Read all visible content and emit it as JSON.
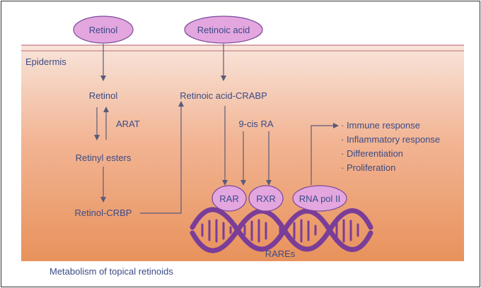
{
  "diagram": {
    "top_ovals": {
      "retinol": "Retinol",
      "retinoic_acid": "Retinoic acid"
    },
    "region_label": "Epidermis",
    "nodes": {
      "retinol": "Retinol",
      "arat": "ARAT",
      "retinyl_esters": "Retinyl esters",
      "retinol_crbp": "Retinol-CRBP",
      "retinoic_acid_crabp": "Retinoic acid-CRABP",
      "nine_cis_ra": "9-cis RA"
    },
    "receptors": {
      "rar": "RAR",
      "rxr": "RXR",
      "rna_pol": "RNA pol II"
    },
    "rares_label": "RAREs",
    "responses": [
      "· Immune response",
      "· Inflammatory response",
      "· Differentiation",
      "· Proliferation"
    ],
    "caption": "Metabolism of topical retinoids",
    "colors": {
      "oval_fill": "#e3a6df",
      "oval_stroke": "#7b4a9a",
      "text": "#3b4a86",
      "arrow": "#5a5a7a",
      "dna": "#7a3d98",
      "background_top": "#f7e0d6",
      "background_bottom": "#e9925c"
    }
  }
}
